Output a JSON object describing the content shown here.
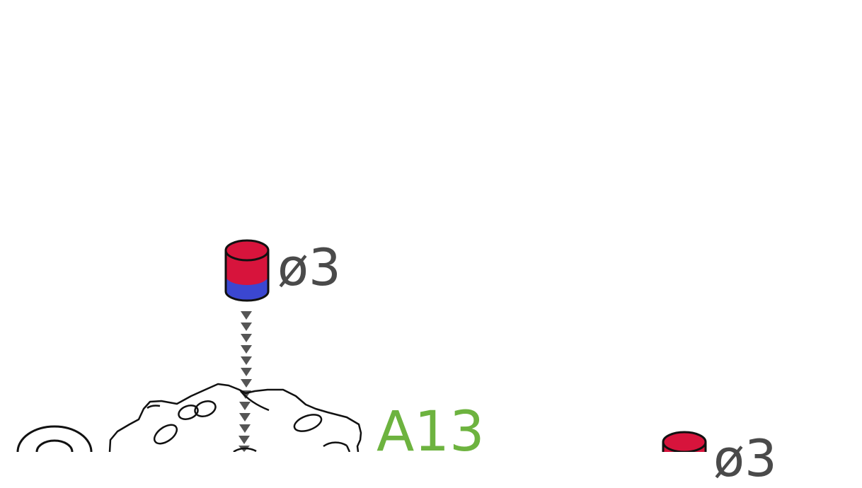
{
  "magnet_1": {
    "diameter_label": "ø3",
    "top_color": "#d7143c",
    "bottom_color": "#3b47d1"
  },
  "magnet_2": {
    "diameter_label": "ø3",
    "top_color": "#d7143c"
  },
  "part": {
    "id_label": "A13",
    "label_color": "#6db33f"
  },
  "arrow_color": "#555555"
}
